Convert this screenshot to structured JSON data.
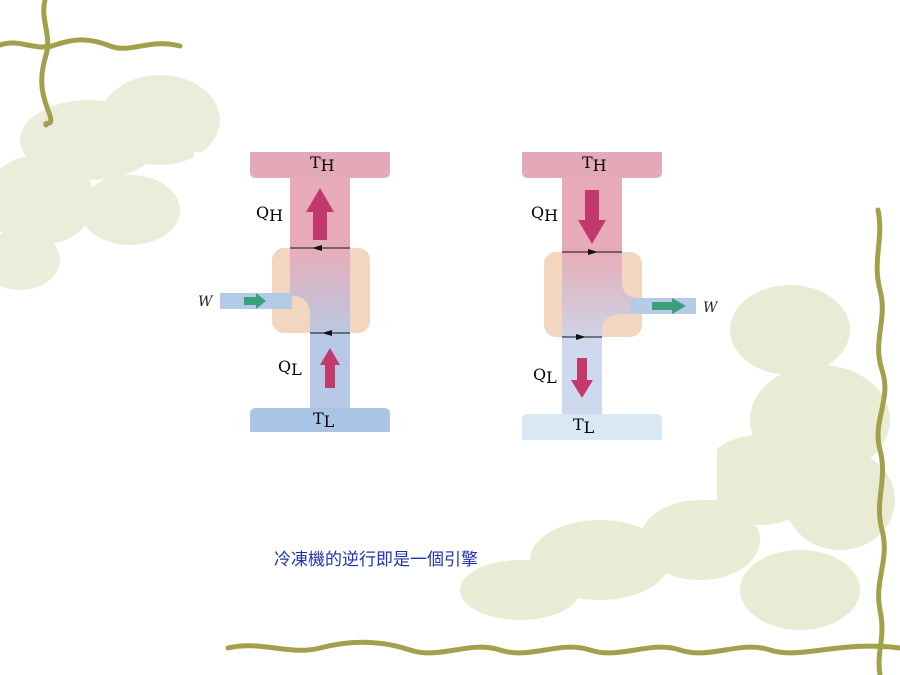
{
  "slide": {
    "caption": "冷凍機的逆行即是一個引擎",
    "colors": {
      "hot": "#e4aab8",
      "cold": "#a9c4e4",
      "cold_light": "#d8e8f4",
      "device": "#f3d6c0",
      "arrow_hot": "#c23a6a",
      "arrow_work": "#3aa07a",
      "vine": "#a0a04a"
    }
  },
  "left_diagram": {
    "hot_reservoir": {
      "letter": "T",
      "sub": "H"
    },
    "cold_reservoir": {
      "letter": "T",
      "sub": "L"
    },
    "heat_hot": {
      "letter": "Q",
      "sub": "H"
    },
    "heat_cold": {
      "letter": "Q",
      "sub": "L"
    },
    "work": "W"
  },
  "right_diagram": {
    "hot_reservoir": {
      "letter": "T",
      "sub": "H"
    },
    "cold_reservoir": {
      "letter": "T",
      "sub": "L"
    },
    "heat_hot": {
      "letter": "Q",
      "sub": "H"
    },
    "heat_cold": {
      "letter": "Q",
      "sub": "L"
    },
    "work": "W"
  }
}
